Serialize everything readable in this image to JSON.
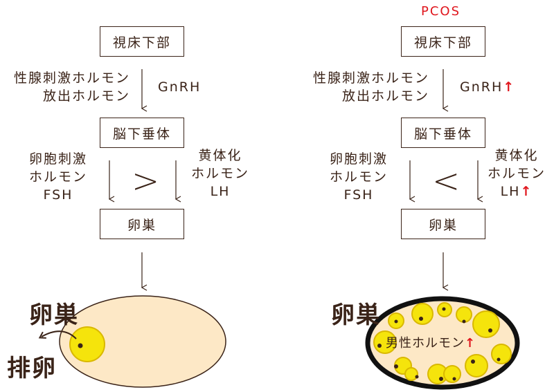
{
  "colors": {
    "ink": "#3a2318",
    "accent_red": "#e0161d",
    "ovary_fill": "#fde8c6",
    "follicle_yellow": "#f5e40c",
    "follicle_stroke": "#d9b800"
  },
  "left": {
    "hypothalamus": "視床下部",
    "gnrh_line1": "性腺刺激ホルモン",
    "gnrh_line2": "放出ホルモン",
    "gnrh": "GnRH",
    "pituitary": "脳下垂体",
    "fsh_line1": "卵胞刺激",
    "fsh_line2": "ホルモン",
    "fsh": "FSH",
    "comparison": ">",
    "lh_line1": "黄体化",
    "lh_line2": "ホルモン",
    "lh": "LH",
    "ovary_box": "卵巣",
    "ovary_label": "卵巣",
    "ovulation_label": "排卵"
  },
  "right": {
    "title": "PCOS",
    "hypothalamus": "視床下部",
    "gnrh_line1": "性腺刺激ホルモン",
    "gnrh_line2": "放出ホルモン",
    "gnrh": "GnRH",
    "up_arrow": "↑",
    "pituitary": "脳下垂体",
    "fsh_line1": "卵胞刺激",
    "fsh_line2": "ホルモン",
    "fsh": "FSH",
    "comparison": "<",
    "lh_line1": "黄体化",
    "lh_line2": "ホルモン",
    "lh": "LH",
    "ovary_box": "卵巣",
    "ovary_label": "卵巣",
    "androgen": "男性ホルモン"
  }
}
